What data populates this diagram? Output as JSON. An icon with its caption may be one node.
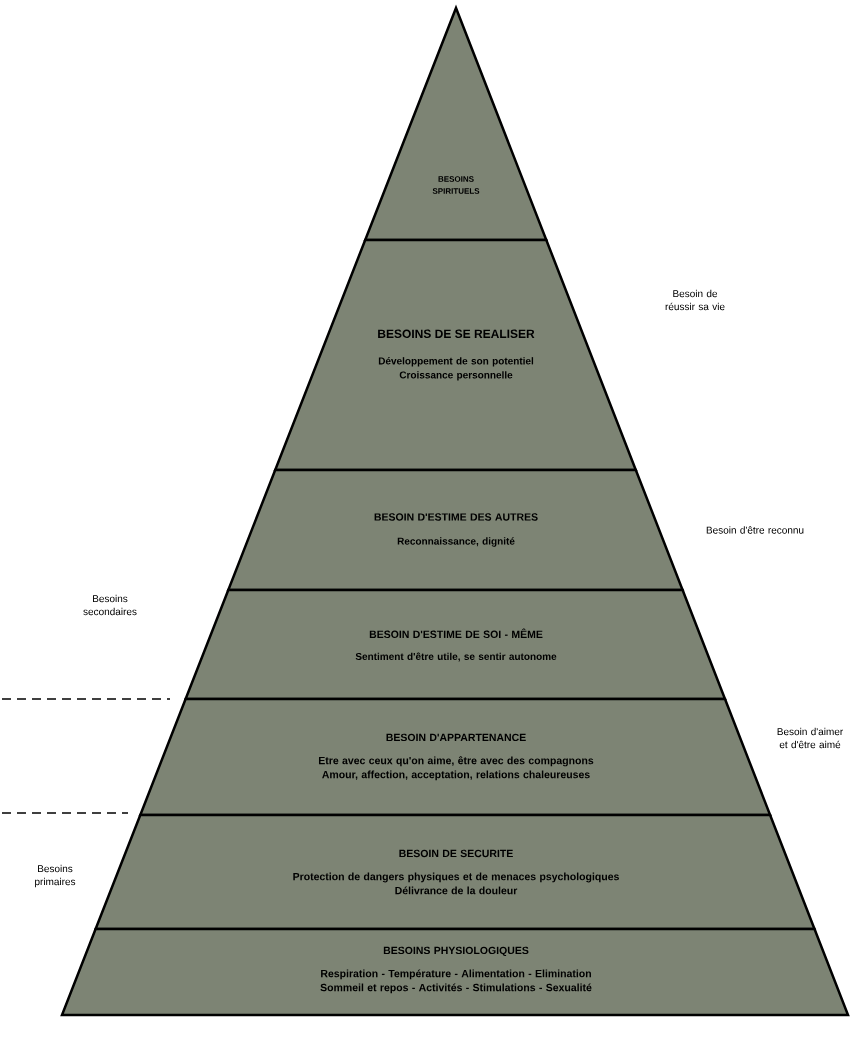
{
  "diagram": {
    "nodes": [
      {
        "text": [
          "BESOINS SPIRITUELS"
        ]
      },
      {
        "text": [
          "BESOINS DE SE REALISER",
          "Développement de son potentiel",
          "Croissance personnelle"
        ]
      },
      {
        "text": [
          "BESOIN D'ESTIME DES AUTRES",
          "Reconnaissance, dignité"
        ]
      },
      {
        "text": [
          "BESOIN D'ESTIME DE SOI - MÊME",
          "Sentiment d'être utile, se sentir autonome"
        ]
      },
      {
        "text": [
          "BESOIN D'APPARTENANCE",
          "Etre avec ceux qu'on aime, être avec des compagnons",
          "Amour, affection, acceptation, relations chaleureuses"
        ]
      },
      {
        "text": [
          "BESOIN DE SECURITE",
          "Protection de dangers physiques et de menaces psychologiques",
          "Délivrance de la douleur"
        ]
      },
      {
        "text": [
          "BESOINS PHYSIOLOGIQUES",
          "Respiration - Température - Alimentation - Elimination",
          "Sommeil et repos - Activités - Stimulations - Sexualité"
        ]
      }
    ],
    "labels": [
      "Besoin de réussir sa vie",
      "Besoin d'être reconnu",
      "Besoins secondaires",
      "Besoin d'aimer et d'être aimé",
      "Besoins primaires"
    ]
  }
}
